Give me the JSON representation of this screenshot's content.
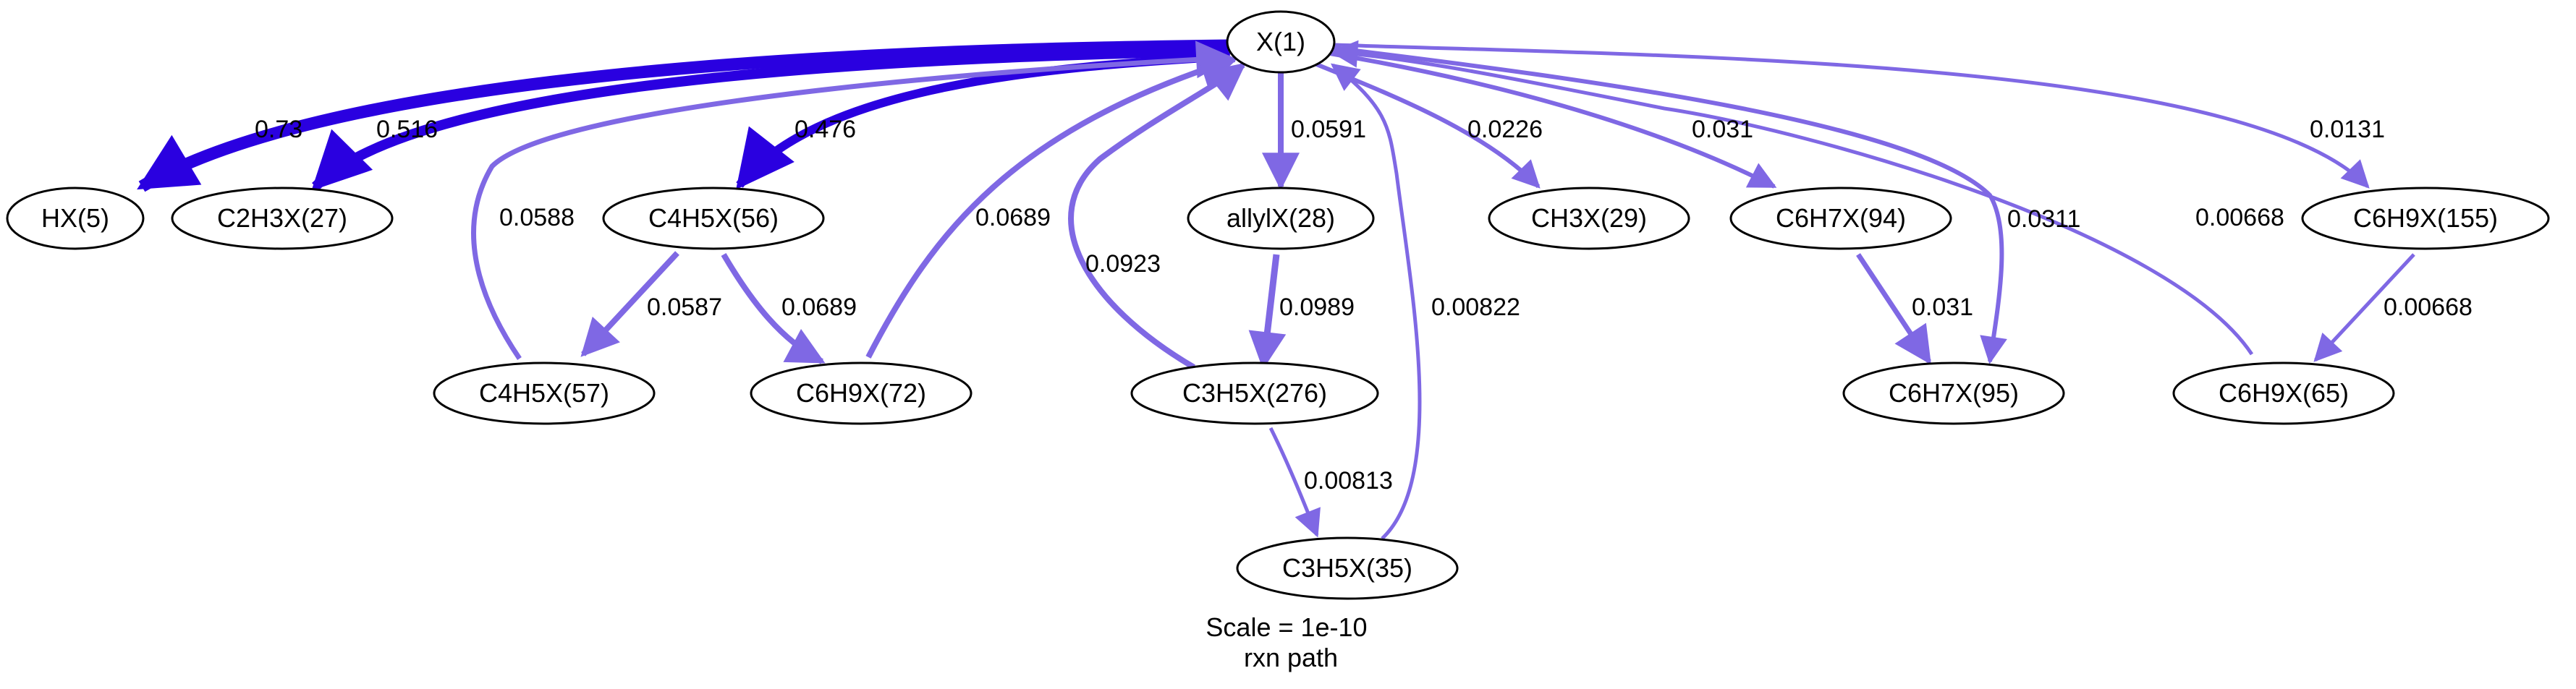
{
  "diagram": {
    "nodes": [
      {
        "id": "X1",
        "label": "X(1)"
      },
      {
        "id": "HX5",
        "label": "HX(5)"
      },
      {
        "id": "C2H3X27",
        "label": "C2H3X(27)"
      },
      {
        "id": "C4H5X56",
        "label": "C4H5X(56)"
      },
      {
        "id": "allylX28",
        "label": "allylX(28)"
      },
      {
        "id": "CH3X29",
        "label": "CH3X(29)"
      },
      {
        "id": "C6H7X94",
        "label": "C6H7X(94)"
      },
      {
        "id": "C6H9X155",
        "label": "C6H9X(155)"
      },
      {
        "id": "C4H5X57",
        "label": "C4H5X(57)"
      },
      {
        "id": "C6H9X72",
        "label": "C6H9X(72)"
      },
      {
        "id": "C3H5X276",
        "label": "C3H5X(276)"
      },
      {
        "id": "C6H7X95",
        "label": "C6H7X(95)"
      },
      {
        "id": "C6H9X65",
        "label": "C6H9X(65)"
      },
      {
        "id": "C3H5X35",
        "label": "C3H5X(35)"
      }
    ],
    "edges": [
      {
        "from": "X1",
        "to": "HX5",
        "label": "0.73",
        "flux": 0.73
      },
      {
        "from": "X1",
        "to": "C2H3X27",
        "label": "0.516",
        "flux": 0.516
      },
      {
        "from": "X1",
        "to": "C4H5X56",
        "label": "0.476",
        "flux": 0.476
      },
      {
        "from": "X1",
        "to": "allylX28",
        "label": "0.0591",
        "flux": 0.0591
      },
      {
        "from": "X1",
        "to": "CH3X29",
        "label": "0.0226",
        "flux": 0.0226
      },
      {
        "from": "X1",
        "to": "C6H7X94",
        "label": "0.031",
        "flux": 0.031
      },
      {
        "from": "X1",
        "to": "C6H7X95",
        "label": "0.0311",
        "flux": 0.0311
      },
      {
        "from": "X1",
        "to": "C6H9X155",
        "label": "0.0131",
        "flux": 0.0131
      },
      {
        "from": "C4H5X57",
        "to": "X1",
        "label": "0.0588",
        "flux": 0.0588
      },
      {
        "from": "C6H9X72",
        "to": "X1",
        "label": "0.0689",
        "flux": 0.0689
      },
      {
        "from": "C3H5X276",
        "to": "X1",
        "label": "0.0923",
        "flux": 0.0923
      },
      {
        "from": "C3H5X35",
        "to": "X1",
        "label": "0.00822",
        "flux": 0.00822
      },
      {
        "from": "C6H9X65",
        "to": "X1",
        "label": "0.00668",
        "flux": 0.00668
      },
      {
        "from": "C4H5X56",
        "to": "C4H5X57",
        "label": "0.0587",
        "flux": 0.0587
      },
      {
        "from": "C4H5X56",
        "to": "C6H9X72",
        "label": "0.0689",
        "flux": 0.0689
      },
      {
        "from": "allylX28",
        "to": "C3H5X276",
        "label": "0.0989",
        "flux": 0.0989
      },
      {
        "from": "C6H7X94",
        "to": "C6H7X95",
        "label": "0.031",
        "flux": 0.031
      },
      {
        "from": "C6H9X155",
        "to": "C6H9X65",
        "label": "0.00668",
        "flux": 0.00668
      },
      {
        "from": "C3H5X276",
        "to": "C3H5X35",
        "label": "0.00813",
        "flux": 0.00813
      }
    ],
    "caption": {
      "scale": "Scale = 1e-10",
      "title": "rxn path"
    },
    "colors": {
      "strong": "#2a00e0",
      "medium": "#5a2cea",
      "weak": "#7f68e4",
      "node_stroke": "#000000"
    }
  }
}
